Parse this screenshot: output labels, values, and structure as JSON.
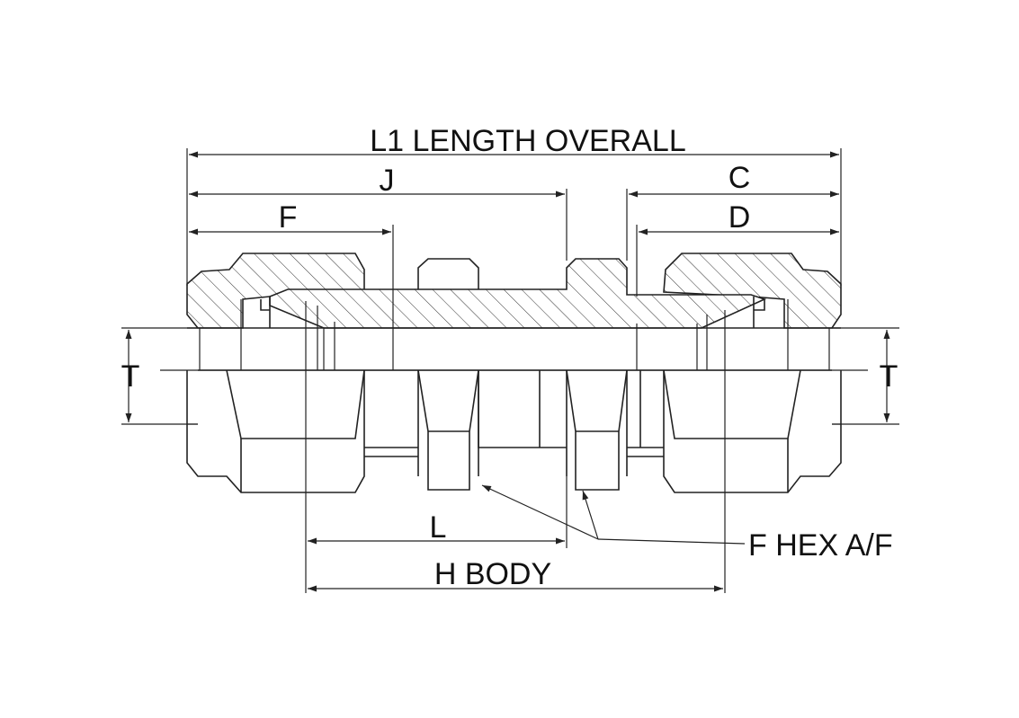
{
  "diagram": {
    "dimensions": {
      "overall": "L1 LENGTH OVERALL",
      "j": "J",
      "c": "C",
      "f": "F",
      "d": "D",
      "t_left": "T",
      "t_right": "T",
      "l": "L",
      "h_body": "H BODY"
    },
    "callouts": {
      "hex": "F HEX A/F"
    }
  }
}
